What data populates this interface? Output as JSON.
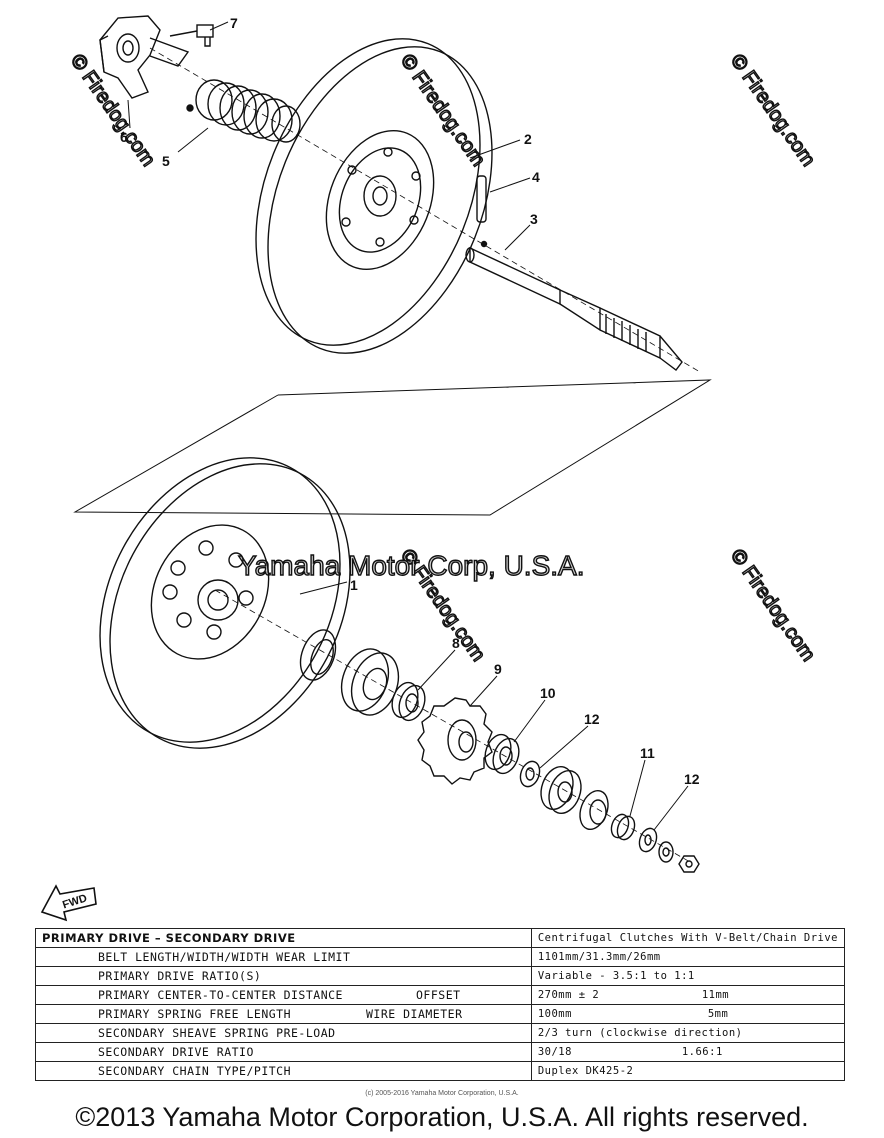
{
  "callouts": [
    "1",
    "2",
    "3",
    "4",
    "5",
    "6",
    "7",
    "8",
    "9",
    "10",
    "11",
    "12",
    "12"
  ],
  "watermarks": {
    "firedog": "© Firedog.com",
    "yamaha": "Yamaha Motor Corp, U.S.A."
  },
  "fwd_label": "FWD",
  "specs": {
    "header": {
      "name": "PRIMARY DRIVE – SECONDARY DRIVE",
      "value": "Centrifugal Clutches With V-Belt/Chain Drive"
    },
    "rows": [
      {
        "name": "BELT LENGTH/WIDTH/WIDTH WEAR LIMIT",
        "name2": "",
        "value": "1101mm/31.3mm/26mm",
        "value2": ""
      },
      {
        "name": "PRIMARY DRIVE RATIO(S)",
        "name2": "",
        "value": "Variable - 3.5:1 to 1:1",
        "value2": ""
      },
      {
        "name": "PRIMARY CENTER-TO-CENTER DISTANCE",
        "name2": "OFFSET",
        "value": "270mm ± 2",
        "value2": "11mm"
      },
      {
        "name": "PRIMARY SPRING FREE LENGTH",
        "name2": "WIRE DIAMETER",
        "value": "100mm",
        "value2": "5mm"
      },
      {
        "name": "SECONDARY SHEAVE SPRING PRE-LOAD",
        "name2": "",
        "value": "2/3 turn (clockwise direction)",
        "value2": ""
      },
      {
        "name": "SECONDARY DRIVE RATIO",
        "name2": "",
        "value": "30/18",
        "value2": "1.66:1"
      },
      {
        "name": "SECONDARY CHAIN TYPE/PITCH",
        "name2": "",
        "value": "Duplex    DK425-2",
        "value2": ""
      }
    ]
  },
  "small_copyright": "(c) 2005-2016 Yamaha Motor Corporation, U.S.A.",
  "footer": "©2013 Yamaha Motor Corporation, U.S.A. All rights reserved."
}
